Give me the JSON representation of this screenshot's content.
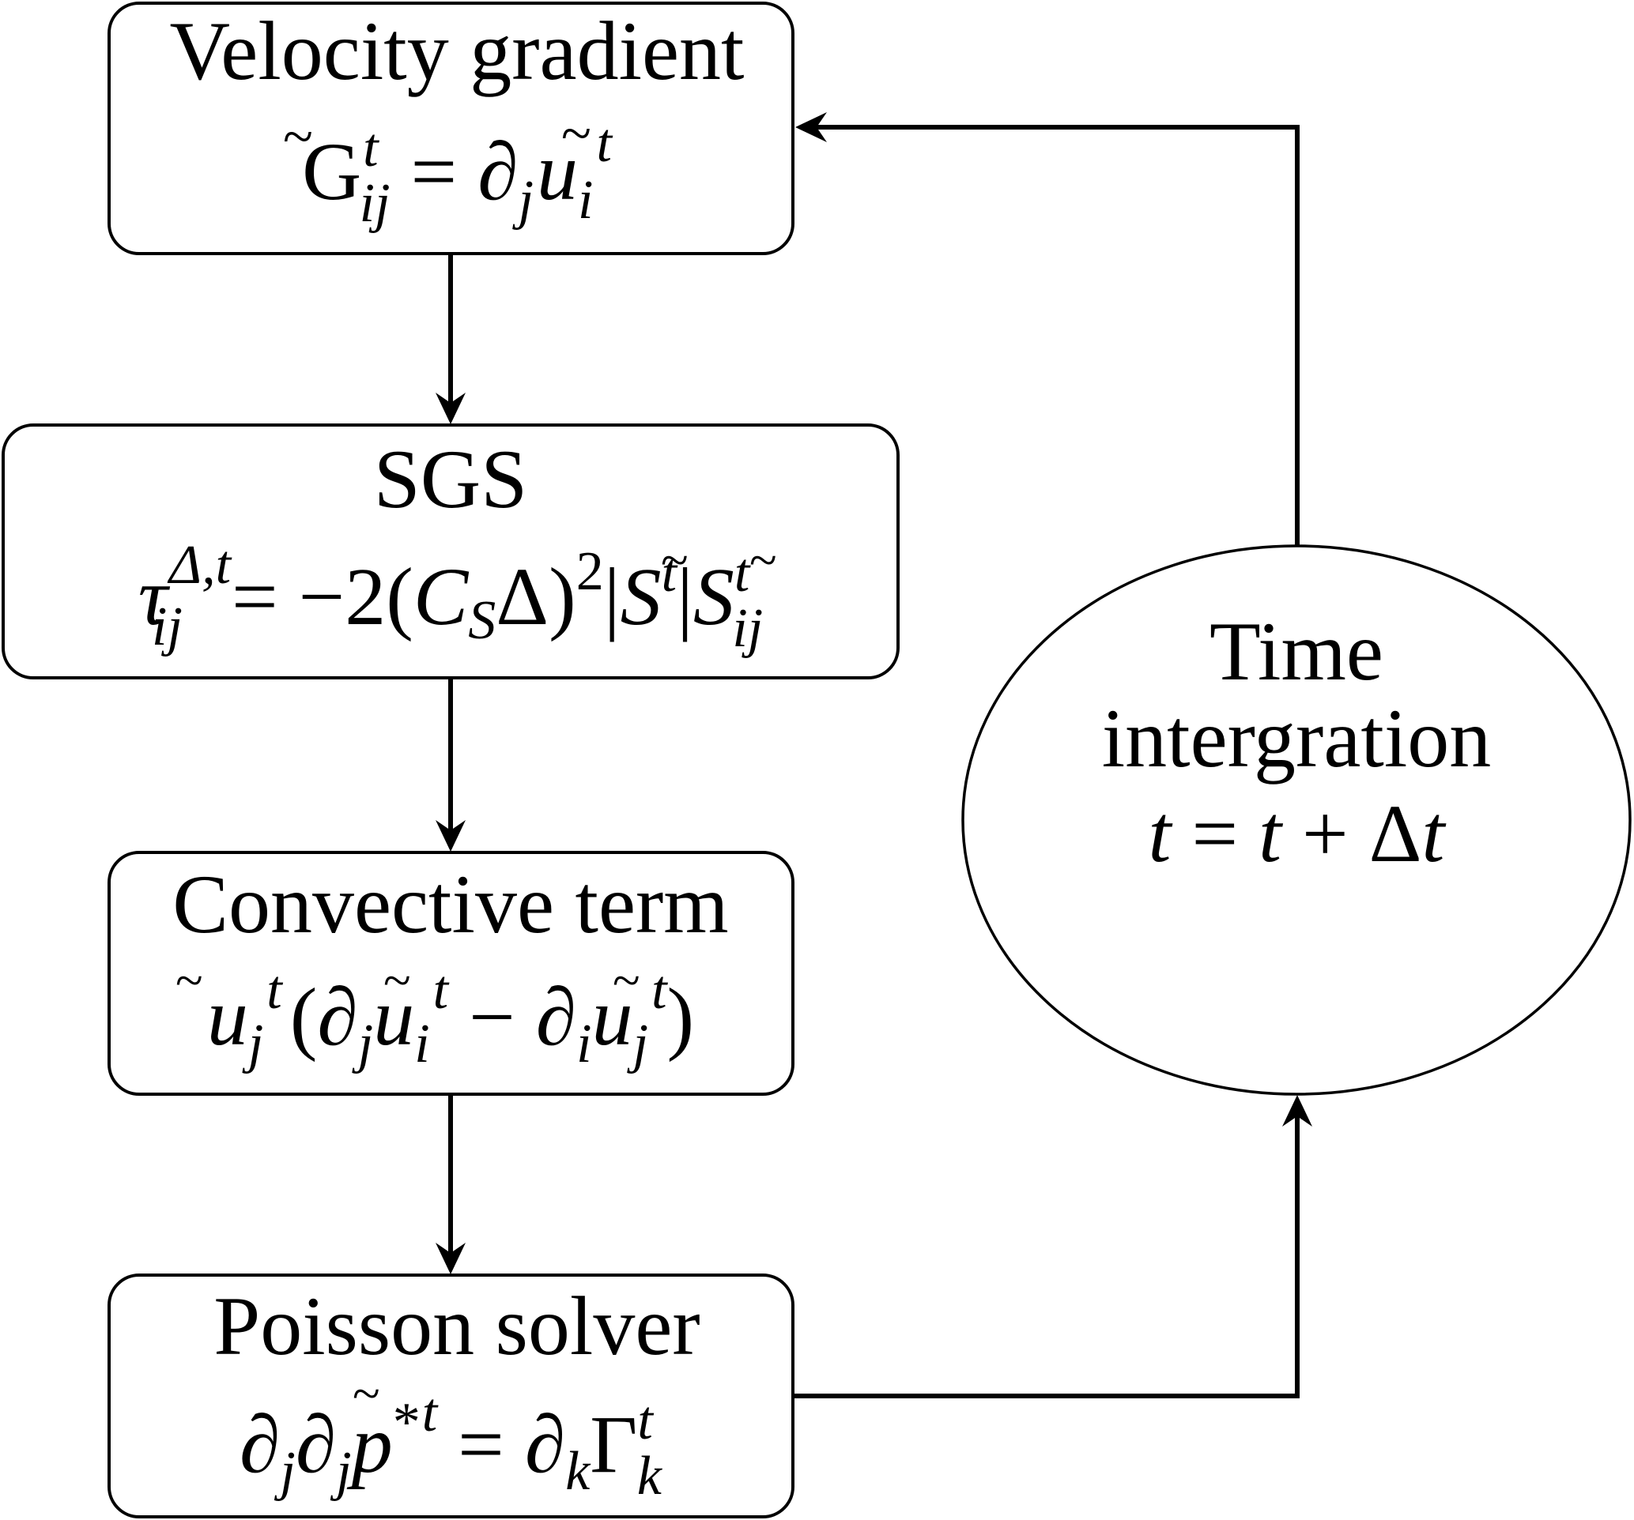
{
  "diagram": {
    "type": "flowchart",
    "nodes": [
      {
        "id": "velocity-gradient",
        "shape": "rounded-rectangle",
        "title": "Velocity gradient",
        "formula_latex": "\\tilde{G}^t_{ij} = \\partial_j \\tilde{u_i}^t",
        "formula_parts": {
          "main": "G",
          "sup": "t",
          "sub": "ij",
          "eq": " = ",
          "d": "∂",
          "d_sub": "j",
          "u": "u",
          "u_sub": "i",
          "u_sup": "t"
        }
      },
      {
        "id": "sgs",
        "shape": "rounded-rectangle",
        "title": "SGS",
        "formula_latex": "\\tau^{\\Delta,t}_{ij} = -2(C_S\\Delta)^2|\\tilde{S}^t|\\tilde{S}^t_{ij}",
        "formula_parts": {
          "tau": "τ",
          "tau_sup": "Δ,t",
          "tau_sub": "ij",
          "rhs_a": " = −2(",
          "c": "C",
          "c_sub": "S",
          "delta": "Δ",
          "close": ")",
          "sq": "2",
          "bar": "|",
          "s": "S",
          "s_sup": "t",
          "s_sub": "ij"
        }
      },
      {
        "id": "convective-term",
        "shape": "rounded-rectangle",
        "title": "Convective term",
        "formula_latex": "\\tilde{u_j}^t(\\partial_j\\tilde{u_i}^t - \\partial_i\\tilde{u_j}^t)",
        "formula_parts": {
          "u": "u",
          "j": "j",
          "i": "i",
          "t": "t",
          "d": "∂",
          "open": "(",
          "close": ")",
          "minus": " − "
        }
      },
      {
        "id": "poisson-solver",
        "shape": "rounded-rectangle",
        "title": "Poisson solver",
        "formula_latex": "\\partial_j\\partial_j\\tilde{p^*}^t = \\partial_k\\Gamma^t_k",
        "formula_parts": {
          "d": "∂",
          "j": "j",
          "p": "p",
          "star": "*",
          "t": "t",
          "eq": " = ",
          "k": "k",
          "gamma": "Γ"
        }
      },
      {
        "id": "time-integration",
        "shape": "ellipse",
        "title_lines": [
          "Time",
          "intergration"
        ],
        "formula_latex": "t = t + \\Delta t",
        "formula_parts": {
          "t1": "t",
          "eq": " = ",
          "t2": "t",
          "plus": " + ",
          "delta": "Δ",
          "t3": "t"
        }
      }
    ],
    "edges": [
      {
        "from": "velocity-gradient",
        "to": "sgs",
        "arrow": "end"
      },
      {
        "from": "sgs",
        "to": "convective-term",
        "arrow": "end"
      },
      {
        "from": "convective-term",
        "to": "poisson-solver",
        "arrow": "end"
      },
      {
        "from": "poisson-solver",
        "to": "time-integration",
        "arrow": "end"
      },
      {
        "from": "time-integration",
        "to": "velocity-gradient",
        "arrow": "end"
      }
    ],
    "colors": {
      "stroke": "#000000",
      "background": "#ffffff",
      "text": "#000000"
    }
  }
}
